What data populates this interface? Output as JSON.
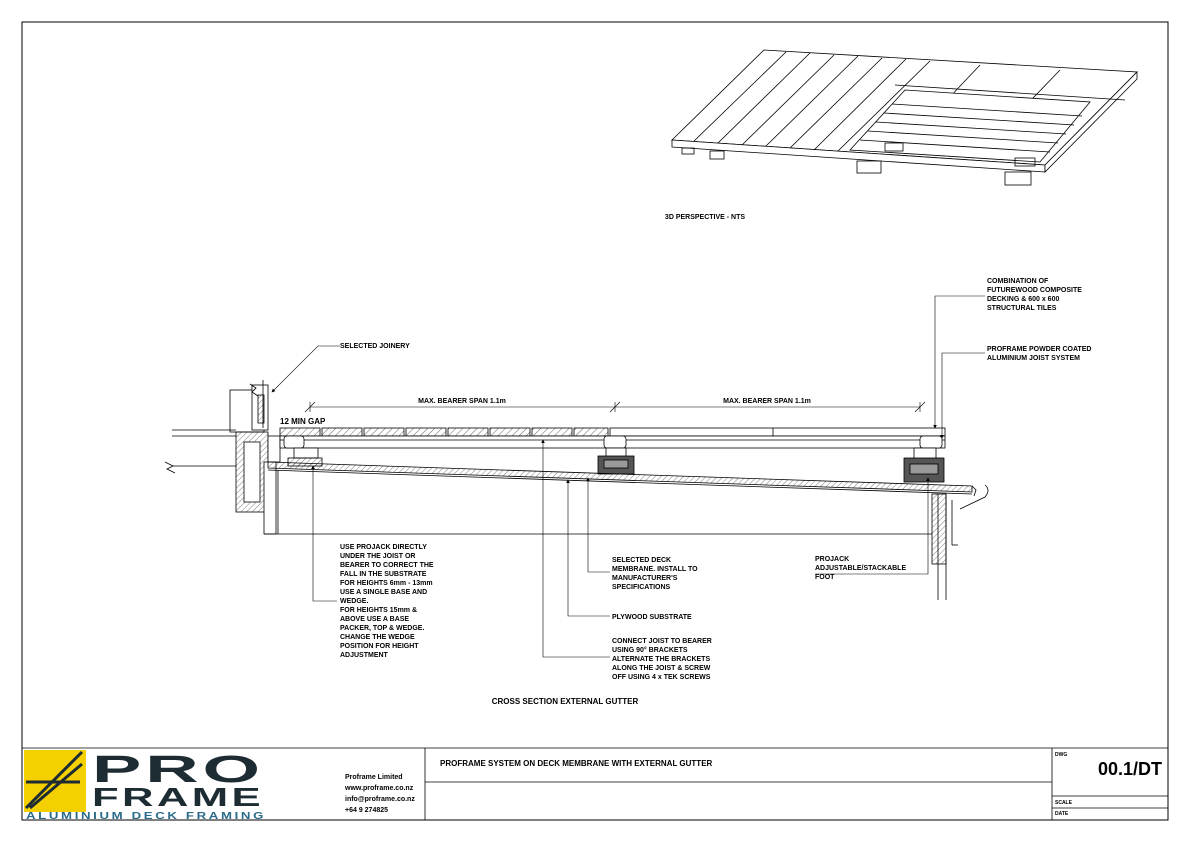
{
  "drawing": {
    "perspective_caption": "3D PERSPECTIVE - NTS",
    "section_caption": "CROSS SECTION EXTERNAL GUTTER",
    "gap_label": "12 MIN GAP",
    "span_left": "MAX. BEARER SPAN 1.1m",
    "span_right": "MAX. BEARER SPAN 1.1m",
    "notes": {
      "selected_joinery": [
        "SELECTED JOINERY"
      ],
      "combination": [
        "COMBINATION OF",
        "FUTUREWOOD COMPOSITE",
        "DECKING & 600 x 600",
        "STRUCTURAL TILES"
      ],
      "joist_system": [
        "PROFRAME POWDER COATED",
        "ALUMINIUM JOIST SYSTEM"
      ],
      "projack": [
        "USE PROJACK DIRECTLY",
        "UNDER THE JOIST OR",
        "BEARER TO CORRECT THE",
        "FALL IN THE SUBSTRATE",
        "FOR HEIGHTS 6mm - 13mm",
        "USE A SINGLE BASE AND",
        "WEDGE.",
        "FOR HEIGHTS 15mm &",
        "ABOVE USE A BASE",
        "PACKER, TOP & WEDGE.",
        "CHANGE THE WEDGE",
        "POSITION FOR HEIGHT",
        "ADJUSTMENT"
      ],
      "membrane": [
        "SELECTED DECK",
        "MEMBRANE. INSTALL TO",
        "MANUFACTURER'S",
        "SPECIFICATIONS"
      ],
      "plywood": [
        "PLYWOOD SUBSTRATE"
      ],
      "connect": [
        "CONNECT JOIST TO BEARER",
        "USING 90° BRACKETS",
        "ALTERNATE THE BRACKETS",
        "ALONG THE JOIST & SCREW",
        "OFF USING 4 x TEK SCREWS"
      ],
      "foot": [
        "PROJACK",
        "ADJUSTABLE/STACKABLE",
        "FOOT"
      ]
    }
  },
  "title_block": {
    "logo_top": "PRO",
    "logo_bottom": "FRAME",
    "logo_tagline": "ALUMINIUM DECK FRAMING",
    "company_lines": [
      "Proframe Limited",
      "www.proframe.co.nz",
      "info@proframe.co.nz",
      "+64 9 274825"
    ],
    "title": "PROFRAME SYSTEM ON DECK MEMBRANE WITH EXTERNAL GUTTER",
    "dwg_label": "DWG",
    "dwg_number": "00.1/DT",
    "scale_label": "SCALE",
    "date_label": "DATE"
  },
  "colors": {
    "logo_yellow": "#f5d000",
    "logo_dark": "#1d2b33",
    "logo_teal": "#2b6b8a"
  }
}
